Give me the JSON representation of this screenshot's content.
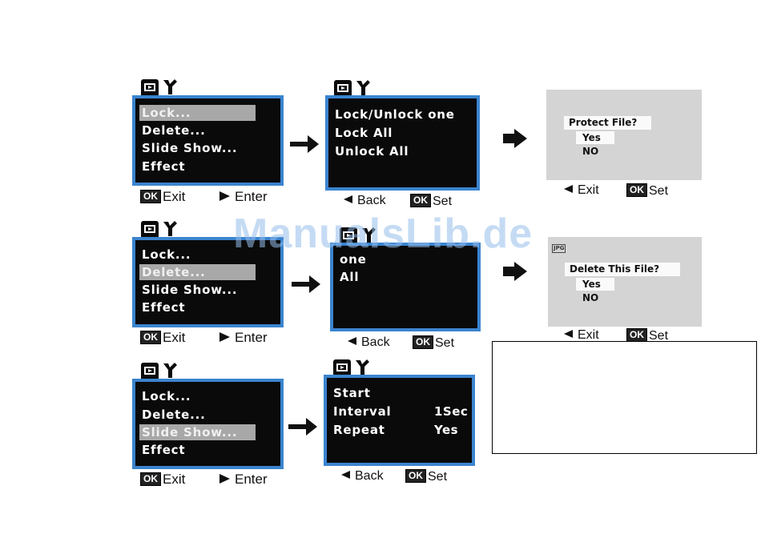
{
  "watermark": "ManualsLib.de",
  "panels": {
    "row1_menu": {
      "items": [
        "Lock...",
        "Delete...",
        "Slide Show...",
        "Effect"
      ],
      "selected": 0,
      "footer_ok": "OK",
      "footer_left": "Exit",
      "footer_right": "Enter"
    },
    "row1_lock": {
      "items": [
        "Lock/Unlock one",
        "Lock All",
        "Unlock All"
      ],
      "footer_left": "Back",
      "footer_ok": "OK",
      "footer_right": "Set"
    },
    "row1_dialog": {
      "question": "Protect File?",
      "yes": "Yes",
      "no": "NO",
      "footer_left": "Exit",
      "footer_ok": "OK",
      "footer_right": "Set"
    },
    "row2_menu": {
      "items": [
        "Lock...",
        "Delete...",
        "Slide Show...",
        "Effect"
      ],
      "selected": 1,
      "footer_ok": "OK",
      "footer_left": "Exit",
      "footer_right": "Enter"
    },
    "row2_delete": {
      "items": [
        "one",
        "All"
      ],
      "footer_left": "Back",
      "footer_ok": "OK",
      "footer_right": "Set"
    },
    "row2_dialog": {
      "file_icon": "JPG",
      "question": "Delete This File?",
      "yes": "Yes",
      "no": "NO",
      "footer_left": "Exit",
      "footer_ok": "OK",
      "footer_right": "Set"
    },
    "row3_menu": {
      "items": [
        "Lock...",
        "Delete...",
        "Slide Show...",
        "Effect"
      ],
      "selected": 2,
      "footer_ok": "OK",
      "footer_left": "Exit",
      "footer_right": "Enter"
    },
    "row3_slideshow": {
      "items": [
        "Start",
        "Interval",
        "Repeat"
      ],
      "values": [
        "",
        "1Sec",
        "Yes"
      ],
      "footer_left": "Back",
      "footer_ok": "OK",
      "footer_right": "Set"
    }
  },
  "colors": {
    "screen_border": "#3b84cf",
    "screen_bg": "#0a0a0a",
    "highlight": "#a8a8a8",
    "dialog_bg": "#d4d4d4"
  },
  "icons": [
    "playback-tab-icon",
    "setup-tab-icon",
    "arrow-right-icon",
    "ok-button-icon",
    "triangle-right-icon",
    "triangle-left-icon"
  ]
}
